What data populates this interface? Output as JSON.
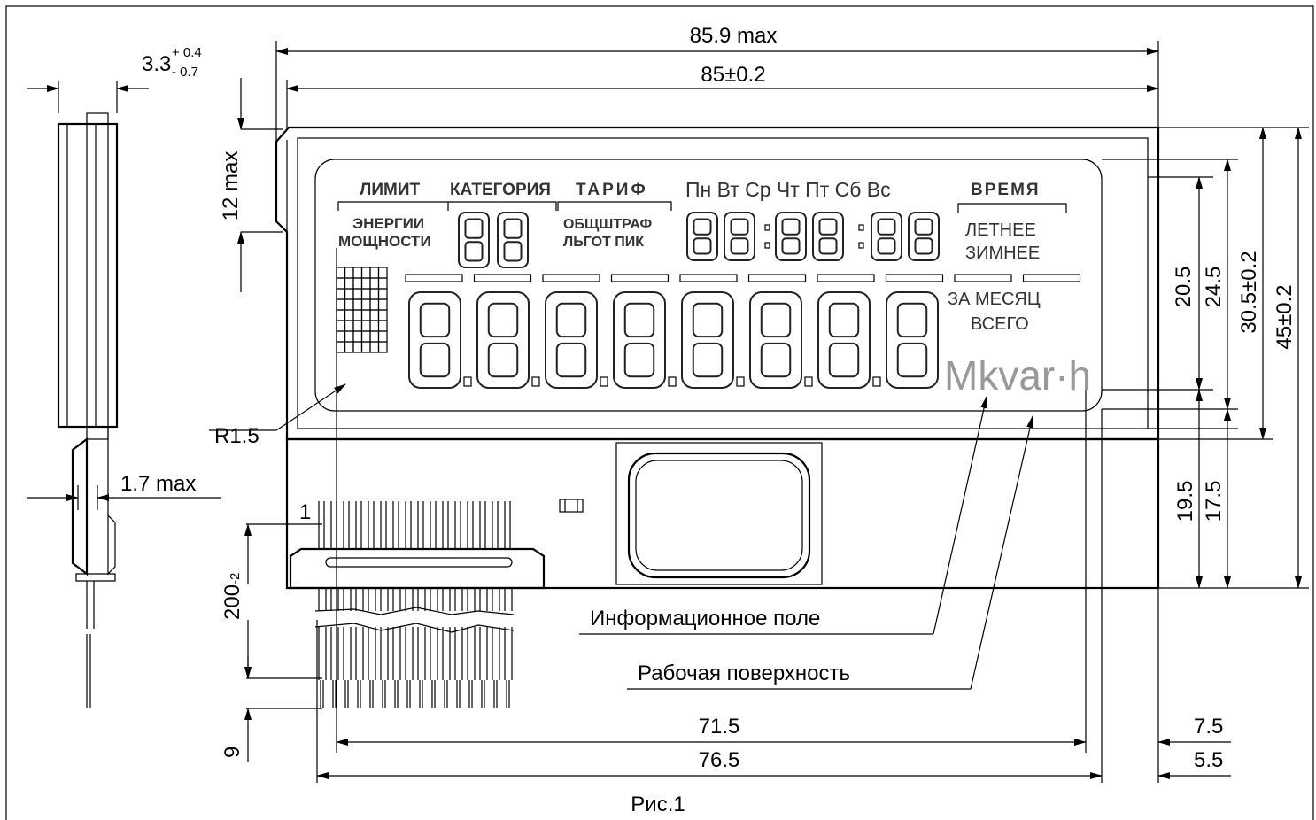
{
  "dimensions": {
    "overall_width_max": "85.9 max",
    "overall_width": "85±0.2",
    "thickness_base": "3.3",
    "thickness_plus": "+ 0.4",
    "thickness_minus": "- 0.7",
    "height_12": "12 max",
    "pin_thickness": "1.7 max",
    "radius": "R1.5",
    "pin1": "1",
    "lead_length_base": "200",
    "lead_length_sub": "-2",
    "lead_9": "9",
    "bottom_71": "71.5",
    "bottom_76": "76.5",
    "right_7": "7.5",
    "right_5": "5.5",
    "v_20": "20.5",
    "v_24": "24.5",
    "v_30": "30.5±0.2",
    "v_45": "45±0.2",
    "v_19": "19.5",
    "v_17": "17.5"
  },
  "lcd": {
    "limit": "ЛИМИТ",
    "category": "КАТЕГОРИЯ",
    "tariff": "ТАРИФ",
    "days": "Пн Вт Ср Чт Пт Сб Вс",
    "time": "ВРЕМЯ",
    "energy": "ЭНЕРГИИ",
    "power": "МОЩНОСТИ",
    "obsh_shtraf": "ОБЩШТРАФ",
    "lgot_pik": "ЛЬГОТ ПИК",
    "summer": "ЛЕТНЕЕ",
    "winter": "ЗИМНЕЕ",
    "per_month": "ЗА МЕСЯЦ",
    "total": "ВСЕГО",
    "unit": "Mkvar·h"
  },
  "callouts": {
    "info_field": "Информационное поле",
    "work_surface": "Рабочая поверхность"
  },
  "caption": "Рис.1"
}
